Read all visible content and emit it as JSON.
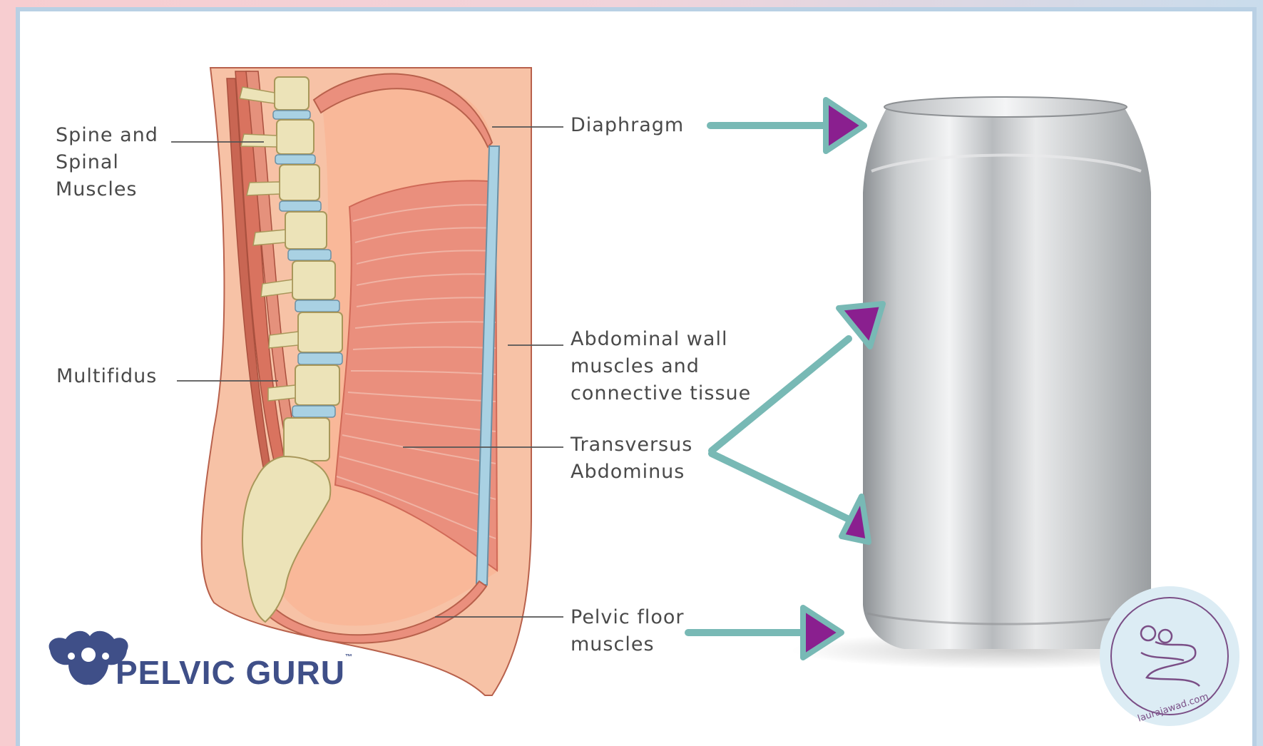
{
  "labels": {
    "spine": "Spine and\nSpinal\nMuscles",
    "multifidus": "Multifidus",
    "diaphragm": "Diaphragm",
    "abdominal_wall": "Abdominal wall\nmuscles and\nconnective tissue",
    "transversus": "Transversus\nAbdominus",
    "pelvic_floor": "Pelvic floor\nmuscles"
  },
  "brand": {
    "name": "PELVIC GURU",
    "tm": "™",
    "logo_icon": "pelvis-logo-icon"
  },
  "watermark": {
    "text": "laurajawad.com",
    "icon": "figure-doodle-icon"
  },
  "colors": {
    "skin": "#f7c2a6",
    "muscle": "#e98a7a",
    "bone": "#ece3b8",
    "disc": "#a9d1e3",
    "arrow": "#78b9b5",
    "arrowhead": "#8a1f8f",
    "brand": "#3f4f88"
  }
}
